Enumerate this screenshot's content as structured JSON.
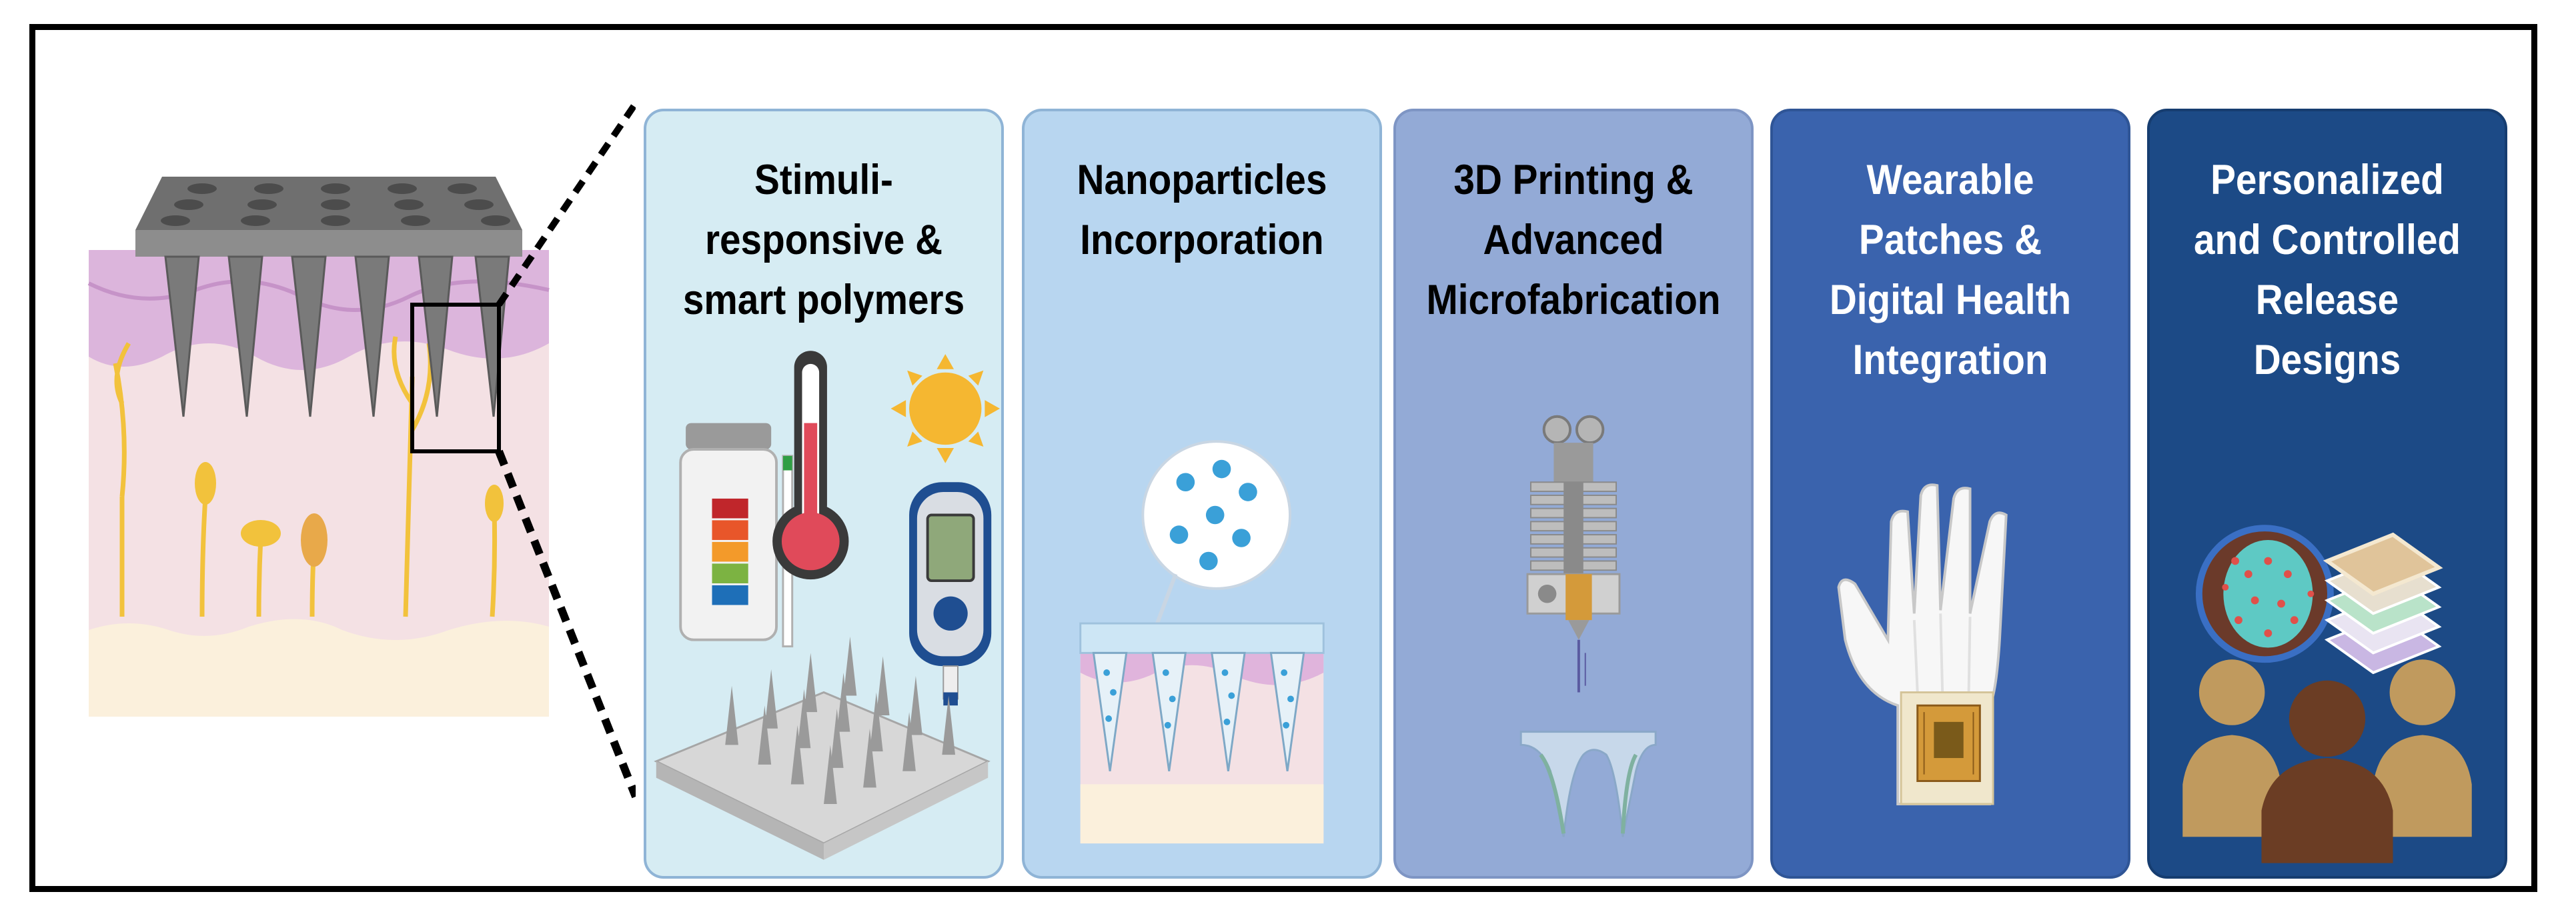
{
  "panels": [
    {
      "title": "Stimuli-\nresponsive &\nsmart polymers",
      "bg": "#d6ecf3",
      "border": "#8fb4d6",
      "text": "#000000"
    },
    {
      "title": "Nanoparticles\nIncorporation",
      "bg": "#b8d6f0",
      "border": "#8fb4d6",
      "text": "#000000"
    },
    {
      "title": "3D Printing &\nAdvanced\nMicrofabrication",
      "bg": "#93aad6",
      "border": "#7e95c4",
      "text": "#000000"
    },
    {
      "title": "Wearable\nPatches &\nDigital Health\nIntegration",
      "bg": "#3a63ad",
      "border": "#2f5596",
      "text": "#ffffff"
    },
    {
      "title": "Personalized\nand Controlled\nRelease\nDesigns",
      "bg": "#1c4a86",
      "border": "#163d70",
      "text": "#ffffff"
    }
  ],
  "icons": {
    "panel1": [
      "ph-strip-bottle-icon",
      "thermometer-icon",
      "sun-icon",
      "glucose-meter-icon",
      "microneedle-array-icon"
    ],
    "panel2": [
      "nanoparticle-circle-icon",
      "loaded-microneedles-icon"
    ],
    "panel3": [
      "3d-printer-nozzle-icon",
      "printed-microneedles-icon"
    ],
    "panel4": [
      "hand-with-patch-icon"
    ],
    "panel5": [
      "layered-release-icon",
      "people-group-icon"
    ]
  },
  "colors": {
    "frame": "#000000",
    "skin": "#f4e1e4",
    "epidermis": "#d7a9d2",
    "fat": "#fbf0dc",
    "nerve": "#f4c542",
    "needle": "#8d8d8d"
  }
}
